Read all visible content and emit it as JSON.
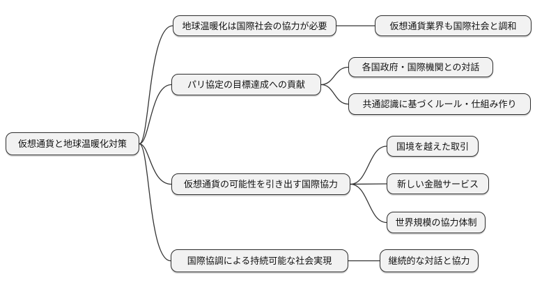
{
  "diagram": {
    "type": "mindmap",
    "root": {
      "label": "仮想通貨と地球温暖化対策"
    },
    "branches": [
      {
        "label": "地球温暖化は国際社会の協力が必要",
        "children": [
          {
            "label": "仮想通貨業界も国際社会と調和"
          }
        ]
      },
      {
        "label": "パリ協定の目標達成への貢献",
        "children": [
          {
            "label": "各国政府・国際機関との対話"
          },
          {
            "label": "共通認識に基づくルール・仕組み作り"
          }
        ]
      },
      {
        "label": "仮想通貨の可能性を引き出す国際協力",
        "children": [
          {
            "label": "国境を越えた取引"
          },
          {
            "label": "新しい金融サービス"
          },
          {
            "label": "世界規模の協力体制"
          }
        ]
      },
      {
        "label": "国際協調による持続可能な社会実現",
        "children": [
          {
            "label": "継続的な対話と協力"
          }
        ]
      }
    ],
    "colors": {
      "background": "#ffffff",
      "node_fill": "#f2f2f2",
      "node_border": "#2b2b2b",
      "link": "#333333",
      "text": "#111111"
    }
  }
}
